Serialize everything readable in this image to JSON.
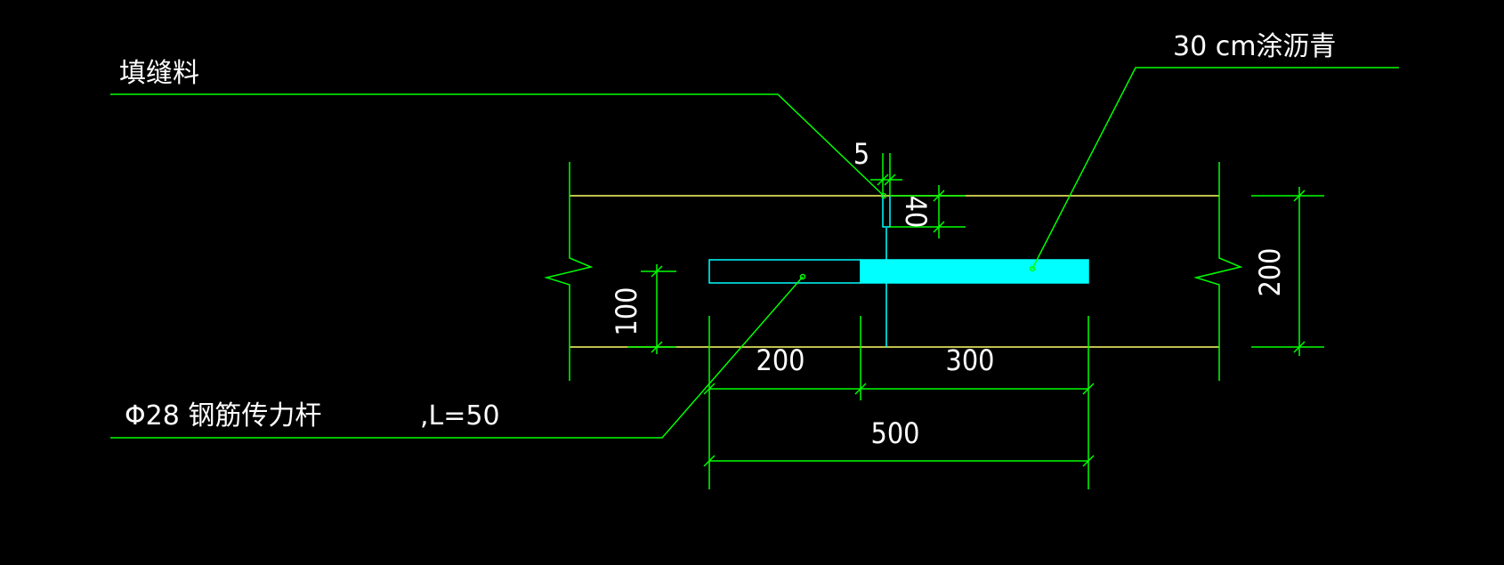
{
  "labels": {
    "filler": "填缝料",
    "asphalt": "30 cm涂沥青",
    "rebar": "Φ28 钢筋传力杆",
    "rebar_length": ",L=50"
  },
  "dimensions": {
    "gap_width": "5",
    "groove_depth": "40",
    "bar_height": "100",
    "slab_thickness": "200",
    "left_part": "200",
    "right_part": "300",
    "total_length": "500"
  },
  "colors": {
    "background": "#000000",
    "leader": "#00ff00",
    "slab": "#ffff66",
    "bar": "#00ffff",
    "text": "#ffffff"
  }
}
